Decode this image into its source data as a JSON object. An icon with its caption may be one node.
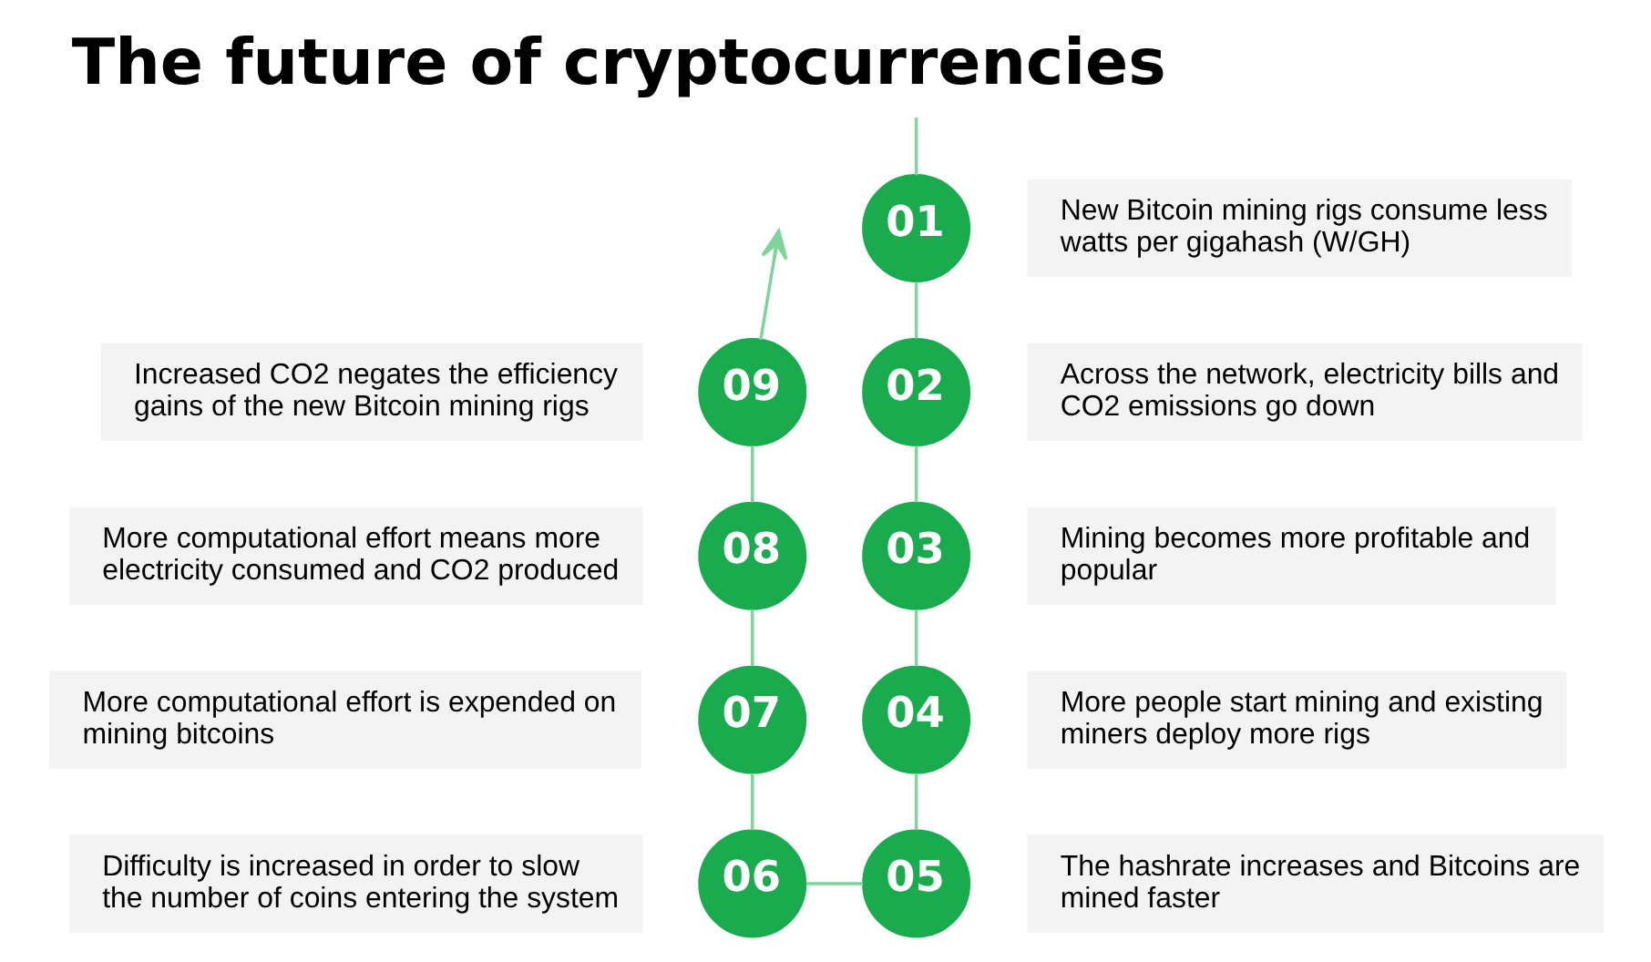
{
  "diagram": {
    "title": "The future of cryptocurrencies",
    "nodes": [
      {
        "text": [
          "01"
        ]
      },
      {
        "text": [
          "New Bitcoin mining rigs consume less watts per gigahash (W/GH)"
        ]
      },
      {
        "text": [
          "02"
        ]
      },
      {
        "text": [
          "Across the network, electricity bills and CO2 emissions go down"
        ]
      },
      {
        "text": [
          "03"
        ]
      },
      {
        "text": [
          "Mining becomes more profitable and popular"
        ]
      },
      {
        "text": [
          "04"
        ]
      },
      {
        "text": [
          "More people start mining and existing miners deploy more rigs"
        ]
      },
      {
        "text": [
          "05"
        ]
      },
      {
        "text": [
          "The hashrate increases and Bitcoins are mined faster"
        ]
      },
      {
        "text": [
          "06"
        ]
      },
      {
        "text": [
          "Difficulty is increased in order to slow the number of coins entering the system"
        ]
      },
      {
        "text": [
          "07"
        ]
      },
      {
        "text": [
          "More computational effort is expended on mining bitcoins"
        ]
      },
      {
        "text": [
          "08"
        ]
      },
      {
        "text": [
          "More computational effort means more electricity consumed and CO2 produced"
        ]
      },
      {
        "text": [
          "09"
        ]
      },
      {
        "text": [
          "Increased CO2 negates the efficiency gains of the new Bitcoin mining rigs"
        ]
      }
    ],
    "edges": [
      {
        "from": null,
        "to": 0,
        "arrow": "none"
      },
      {
        "from": 0,
        "to": 2,
        "arrow": "none"
      },
      {
        "from": 2,
        "to": 4,
        "arrow": "none"
      },
      {
        "from": 4,
        "to": 6,
        "arrow": "none"
      },
      {
        "from": 6,
        "to": 8,
        "arrow": "none"
      },
      {
        "from": 8,
        "to": 10,
        "arrow": "none"
      },
      {
        "from": 10,
        "to": 12,
        "arrow": "none"
      },
      {
        "from": 12,
        "to": 14,
        "arrow": "none"
      },
      {
        "from": 14,
        "to": 16,
        "arrow": "none"
      },
      {
        "from": 16,
        "to": null,
        "arrow": "to"
      }
    ]
  }
}
